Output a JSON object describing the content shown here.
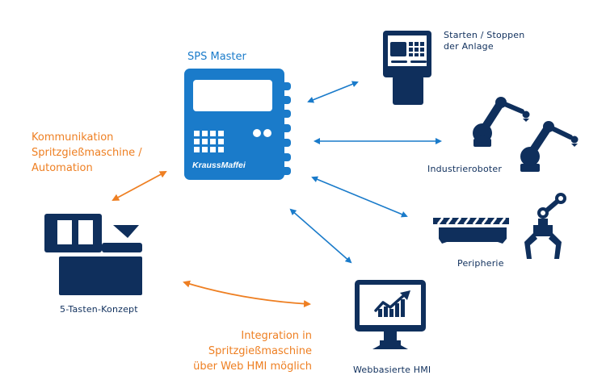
{
  "colors": {
    "master_blue": "#1a7bca",
    "navy": "#0f2f5c",
    "orange": "#ee7f22",
    "arrow_blue": "#1a7bca"
  },
  "master": {
    "title": "SPS Master",
    "brand": "KraussMaffei",
    "icon": "plc-controller-icon"
  },
  "nodes": {
    "start_stop": {
      "line1": "Starten / Stoppen",
      "line2": "der Anlage",
      "icon": "control-terminal-icon"
    },
    "robots": {
      "label": "Industrieroboter",
      "icon": "industrial-robot-icon"
    },
    "peripherals": {
      "label": "Peripherie",
      "icon": "conveyor-gripper-icon"
    },
    "web_hmi": {
      "label": "Webbasierte HMI",
      "icon": "monitor-chart-icon"
    },
    "five_key": {
      "label": "5-Tasten-Konzept",
      "icon": "injection-molding-machine-icon"
    }
  },
  "annotations": {
    "communication": {
      "line1": "Kommunikation",
      "line2": "Spritzgießmaschine /",
      "line3": "Automation"
    },
    "integration": {
      "line1": "Integration in",
      "line2": "Spritzgießmaschine",
      "line3": "über Web HMI möglich"
    }
  }
}
